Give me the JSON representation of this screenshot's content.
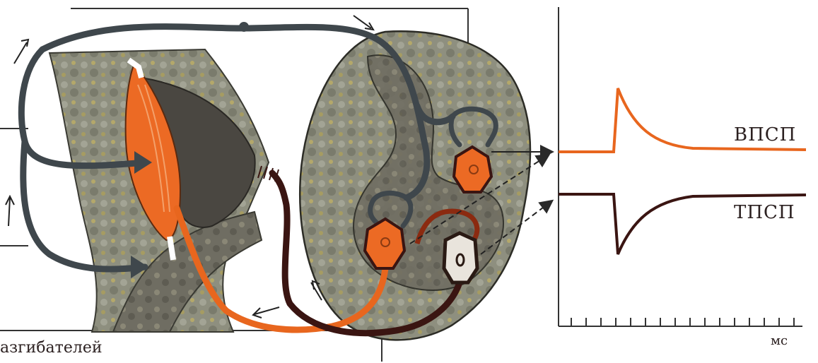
{
  "labels": {
    "epsp": "ВПСП",
    "ipsp": "ТПСП",
    "time_unit": "мс",
    "caption": "азгибателей"
  },
  "colors": {
    "excitatory": "#e8661e",
    "inhibitory": "#3a1512",
    "afferent": "#3f474c",
    "tissue": "#8c8c7a",
    "background": "#ffffff"
  }
}
